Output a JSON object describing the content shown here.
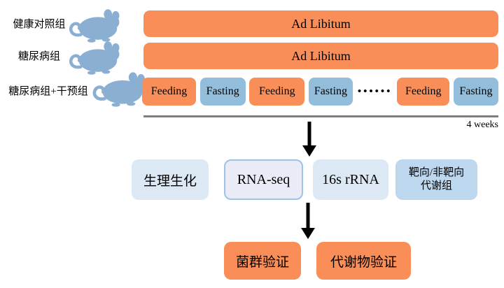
{
  "groups": [
    {
      "label": "健康对照组",
      "regimen": "Ad Libitum"
    },
    {
      "label": "糖尿病组",
      "regimen": "Ad Libitum"
    },
    {
      "label": "糖尿病组+干预组"
    }
  ],
  "schedule": {
    "items": [
      {
        "label": "Feeding",
        "type": "feeding"
      },
      {
        "label": "Fasting",
        "type": "fasting"
      },
      {
        "label": "Feeding",
        "type": "feeding"
      },
      {
        "label": "Fasting",
        "type": "fasting"
      },
      {
        "label": "Feeding",
        "type": "feeding"
      },
      {
        "label": "Fasting",
        "type": "fasting"
      }
    ],
    "dots": "••••••",
    "duration": "4 weeks"
  },
  "analyses": [
    {
      "label": "生理生化"
    },
    {
      "label": "RNA-seq"
    },
    {
      "label": "16s rRNA"
    },
    {
      "line1": "靶向/非靶向",
      "line2": "代谢组"
    }
  ],
  "validations": [
    {
      "label": "菌群验证"
    },
    {
      "label": "代谢物验证"
    }
  ],
  "colors": {
    "orange": "#F98E58",
    "fasting-blue": "#92BEDC",
    "mouse-blue": "#8AAFD2",
    "light-blue": "#DCE9F5",
    "lavender": "#E9EBF7",
    "lavender-border": "#9DC3E6",
    "medium-blue": "#BDD7EE",
    "timeline-gray": "#7F7F7F",
    "text": "#000000"
  }
}
